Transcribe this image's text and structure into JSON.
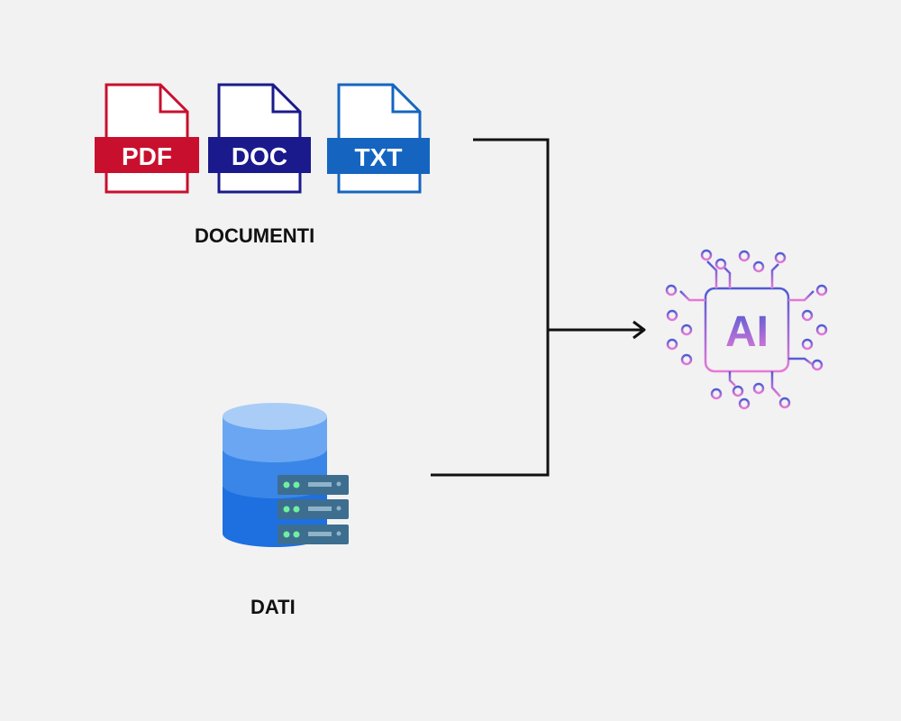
{
  "documents": {
    "label": "DOCUMENTI",
    "files": [
      {
        "name": "pdf-file-icon",
        "ext": "PDF",
        "color": "#c8102e"
      },
      {
        "name": "doc-file-icon",
        "ext": "DOC",
        "color": "#1a1a8c"
      },
      {
        "name": "txt-file-icon",
        "ext": "TXT",
        "color": "#1565c0"
      }
    ]
  },
  "data_source": {
    "label": "DATI"
  },
  "ai": {
    "text": "AI",
    "gradient_top": "#4f5bd5",
    "gradient_bottom": "#e879d6"
  },
  "connector_color": "#111111"
}
